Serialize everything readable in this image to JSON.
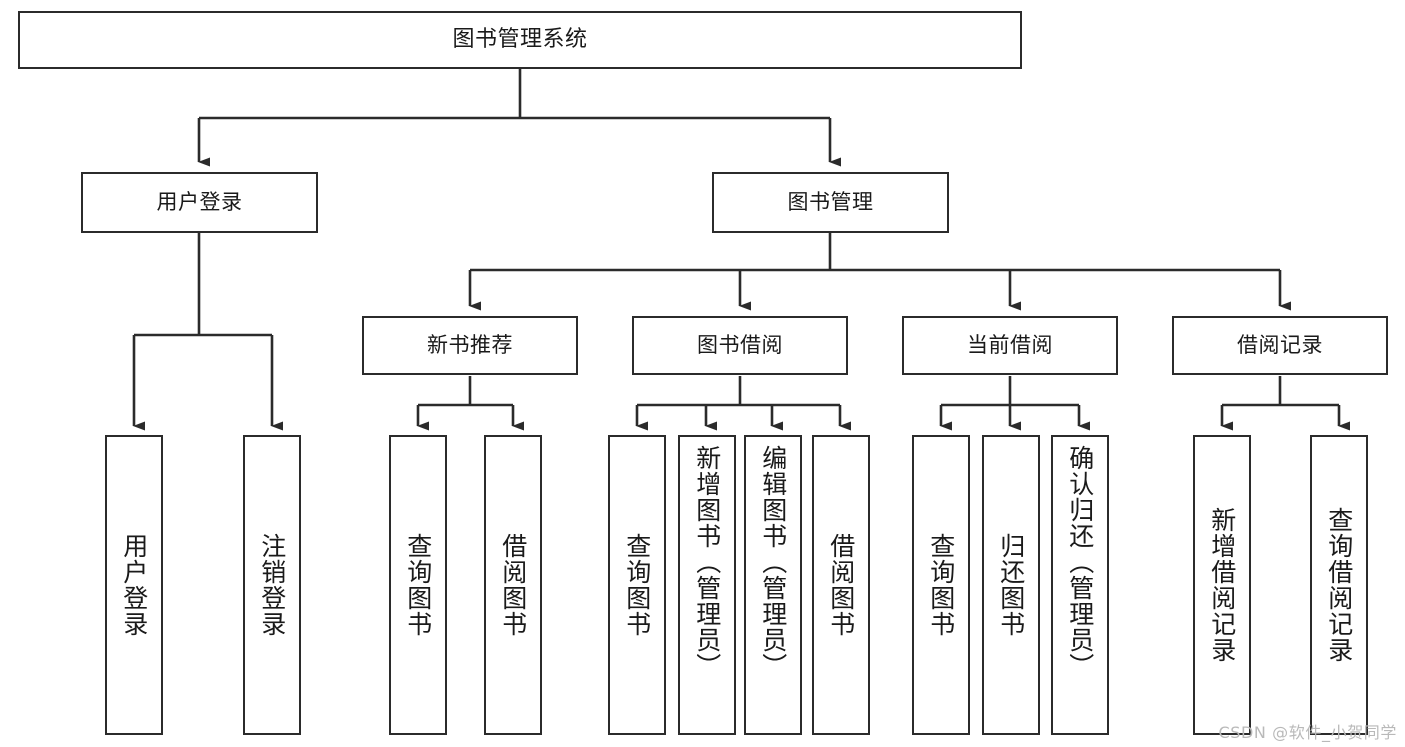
{
  "diagram": {
    "type": "tree",
    "title": "图书管理系统",
    "watermark": "CSDN @软件_小贺同学",
    "root": {
      "label": "图书管理系统"
    },
    "level2": [
      {
        "id": "user-login",
        "label": "用户登录"
      },
      {
        "id": "book-manage",
        "label": "图书管理"
      }
    ],
    "level3": [
      {
        "id": "new-book-recommend",
        "label": "新书推荐",
        "parent": "book-manage"
      },
      {
        "id": "book-borrow",
        "label": "图书借阅",
        "parent": "book-manage"
      },
      {
        "id": "current-borrow",
        "label": "当前借阅",
        "parent": "book-manage"
      },
      {
        "id": "borrow-record",
        "label": "借阅记录",
        "parent": "book-manage"
      }
    ],
    "leaves": [
      {
        "id": "leaf-user-login",
        "label": "用户登录",
        "parent": "user-login"
      },
      {
        "id": "leaf-user-logout",
        "label": "注销登录",
        "parent": "user-login"
      },
      {
        "id": "leaf-query-book-1",
        "label": "查询图书",
        "parent": "new-book-recommend"
      },
      {
        "id": "leaf-borrow-book-1",
        "label": "借阅图书",
        "parent": "new-book-recommend"
      },
      {
        "id": "leaf-query-book-2",
        "label": "查询图书",
        "parent": "book-borrow"
      },
      {
        "id": "leaf-add-book",
        "label": "新增图书（管理员）",
        "parent": "book-borrow"
      },
      {
        "id": "leaf-edit-book",
        "label": "编辑图书（管理员）",
        "parent": "book-borrow"
      },
      {
        "id": "leaf-borrow-book-2",
        "label": "借阅图书",
        "parent": "book-borrow"
      },
      {
        "id": "leaf-query-book-3",
        "label": "查询图书",
        "parent": "current-borrow"
      },
      {
        "id": "leaf-return-book",
        "label": "归还图书",
        "parent": "current-borrow"
      },
      {
        "id": "leaf-confirm-return",
        "label": "确认归还（管理员）",
        "parent": "current-borrow"
      },
      {
        "id": "leaf-add-record",
        "label": "新增借阅记录",
        "parent": "borrow-record"
      },
      {
        "id": "leaf-query-record",
        "label": "查询借阅记录",
        "parent": "borrow-record"
      }
    ],
    "colors": {
      "stroke": "#2b2b2b",
      "fill": "#ffffff",
      "text": "#1a1a1a",
      "watermark": "#b9b9b9"
    }
  }
}
